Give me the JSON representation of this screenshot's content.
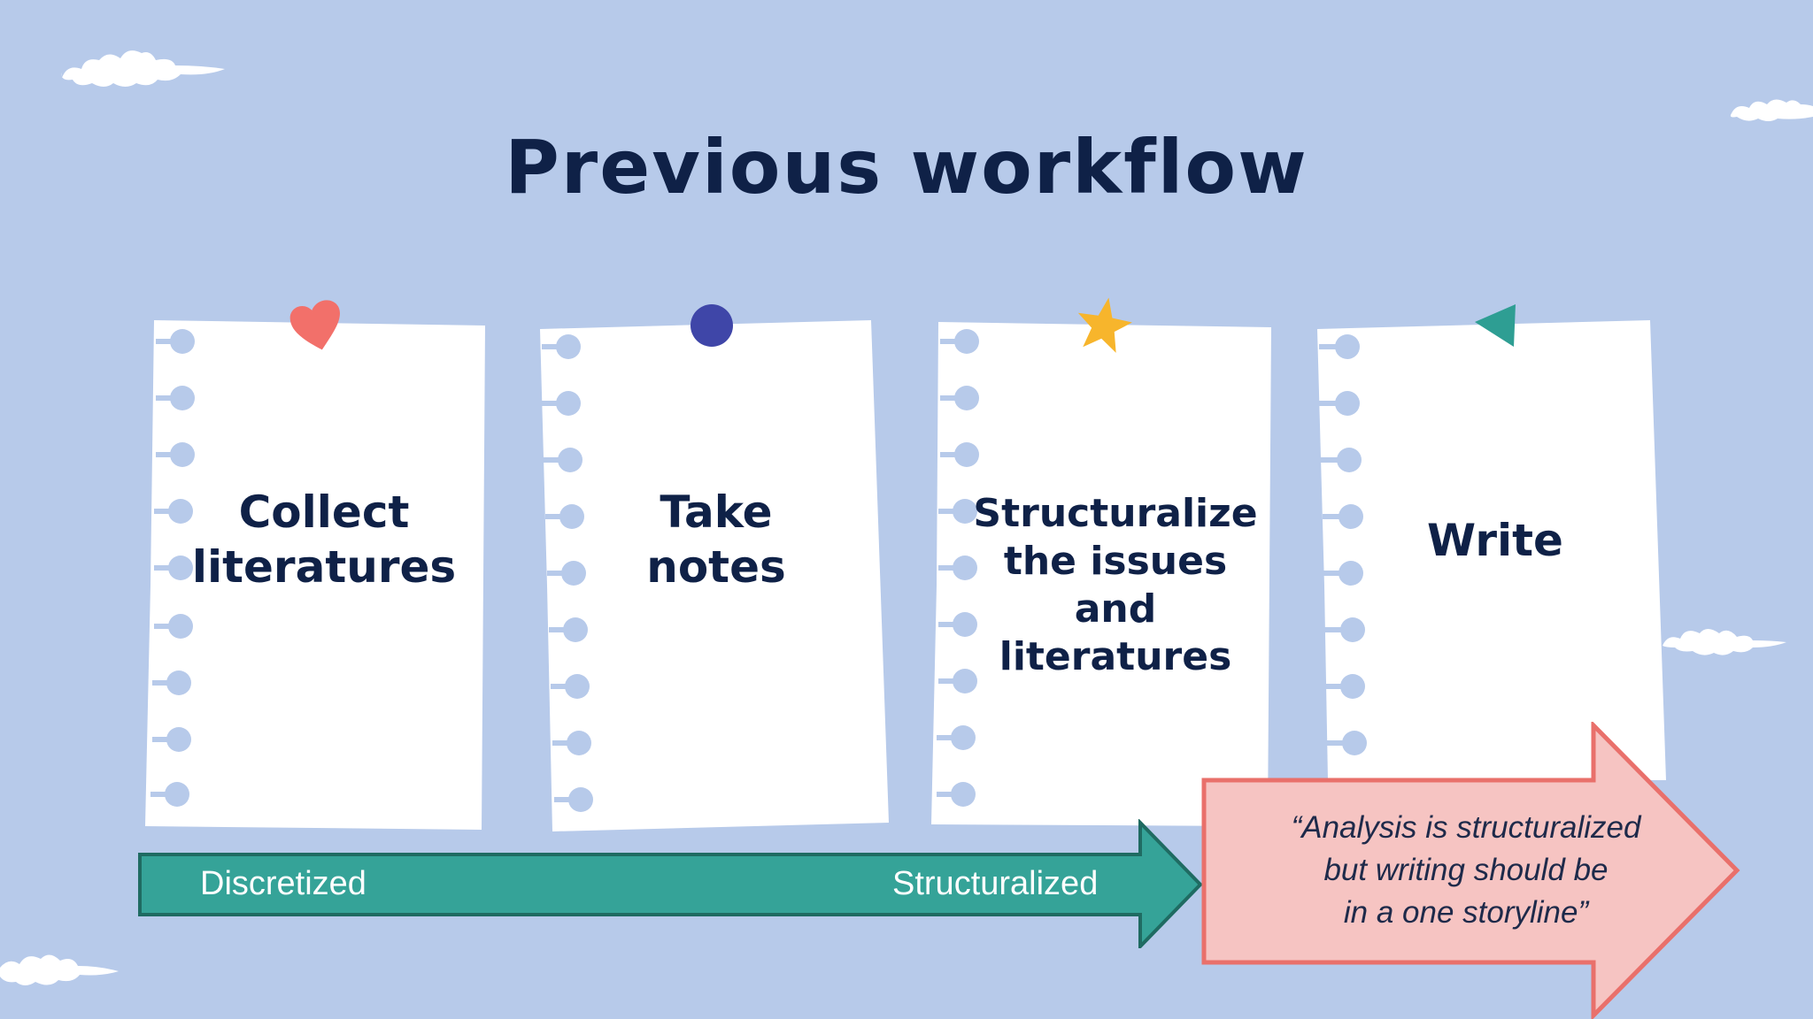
{
  "slide": {
    "title": "Previous workflow",
    "background_color": "#b7caea",
    "text_color": "#0f2147"
  },
  "cards": [
    {
      "lines": [
        "Collect",
        "literatures"
      ],
      "pin": "heart-icon",
      "pin_color": "#f2706a"
    },
    {
      "lines": [
        "Take",
        "notes"
      ],
      "pin": "circle-pin-icon",
      "pin_color": "#3f46a8"
    },
    {
      "lines": [
        "Structuralize",
        "the issues",
        "and",
        "literatures"
      ],
      "pin": "star-icon",
      "pin_color": "#f7b52c"
    },
    {
      "lines": [
        "Write"
      ],
      "pin": "triangle-pin-icon",
      "pin_color": "#2e9e93"
    }
  ],
  "process_arrow": {
    "start_label": "Discretized",
    "end_label": "Structuralized",
    "fill_color": "#35a398",
    "border_color": "#1f6b62"
  },
  "callout_arrow": {
    "quote_lines": [
      "“Analysis is structuralized",
      "but writing should be",
      "in a one storyline”"
    ],
    "fill_color": "#f6c4c2",
    "border_color": "#e9706b"
  }
}
